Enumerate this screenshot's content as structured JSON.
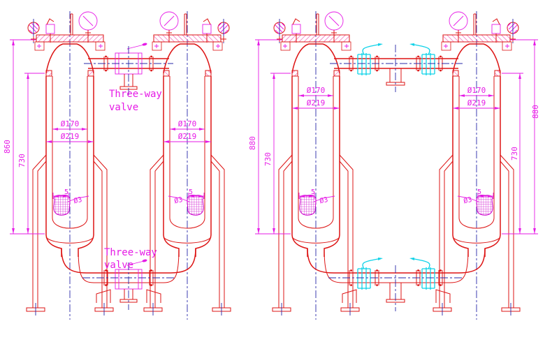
{
  "colors": {
    "line_red": "#dd1414",
    "dimension_magenta": "#e61ae6",
    "centerline_blue": "#2a2aa8",
    "valve_cyan": "#0fd2e8",
    "hatch_pink": "#f060b8"
  },
  "left_view": {
    "top_valve_label": {
      "line1": "Three-way",
      "line2": "valve"
    },
    "bottom_valve_label": {
      "line1": "Three-way",
      "line2": "valve"
    },
    "dims": {
      "overall_height": "860",
      "shell_height": "730"
    },
    "vessel_left": {
      "inner_diameter": "Ø170",
      "outer_diameter": "Ø219",
      "basket_width": "5",
      "basket_hole": "Ø3"
    },
    "vessel_right": {
      "inner_diameter": "Ø170",
      "outer_diameter": "Ø219",
      "basket_width": "5",
      "basket_hole": "Ø3"
    }
  },
  "right_view": {
    "dims": {
      "overall_height_left": "880",
      "shell_height_left": "730",
      "overall_height_right": "880",
      "shell_height_right": "730"
    },
    "vessel_left": {
      "inner_diameter": "Ø170",
      "outer_diameter": "Ø219",
      "basket_width": "5",
      "basket_hole": "Ø3"
    },
    "vessel_right": {
      "inner_diameter": "Ø170",
      "outer_diameter": "Ø219",
      "basket_width": "5",
      "basket_hole": "Ø3"
    }
  }
}
